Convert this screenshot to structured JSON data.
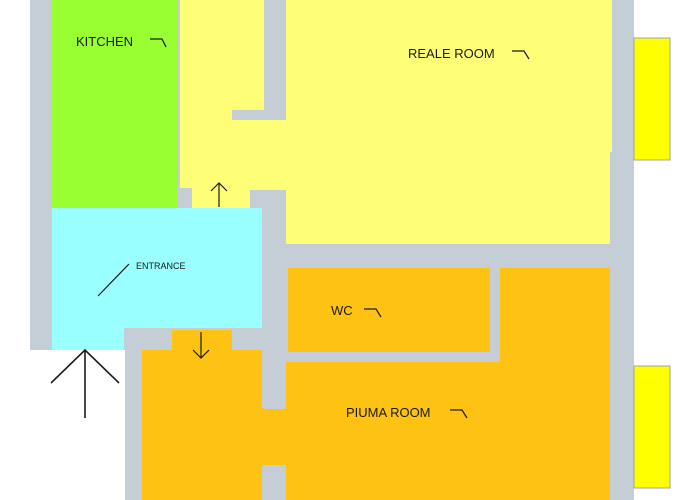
{
  "colors": {
    "wall": "#c5ced6",
    "wall_edge": "#9aa4ad",
    "kitchen": "#99ff33",
    "reale_room": "#ffff77",
    "entrance": "#99ffff",
    "piuma_room": "#fec312",
    "wc": "#fec312",
    "balcony": "#ffff00",
    "background": "#ffffff",
    "symbol": "#1a1a1a"
  },
  "rooms": {
    "kitchen": {
      "label": "KITCHEN"
    },
    "reale_room": {
      "label": "REALE ROOM"
    },
    "entrance": {
      "label": "ENTRANCE"
    },
    "wc": {
      "label": "WC"
    },
    "piuma_room": {
      "label": "PIUMA ROOM"
    }
  }
}
